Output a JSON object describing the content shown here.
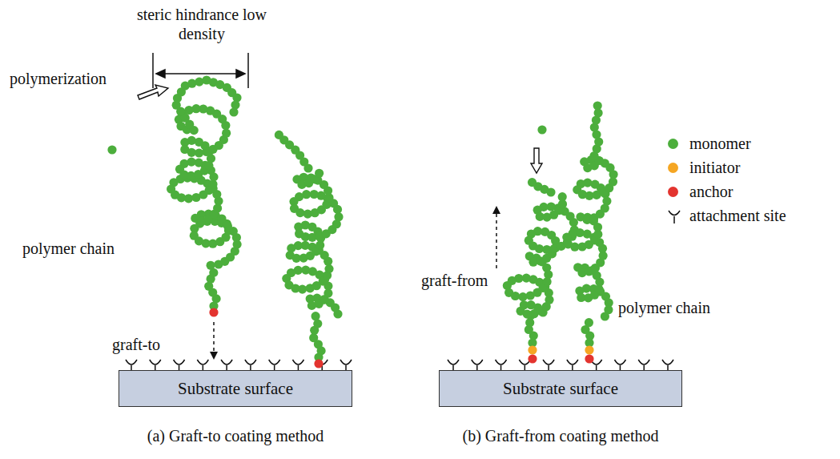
{
  "diagram": {
    "nodes": [
      {
        "text": [
          "Substrate surface"
        ]
      },
      {
        "text": [
          "Substrate surface"
        ]
      }
    ],
    "labels": [
      "steric hindrance low density",
      "polymerization",
      "polymer chain",
      "graft-to",
      "(a) Graft-to coating method",
      "graft-from",
      "polymer chain",
      "(b) Graft-from coating method"
    ],
    "legend": [
      {
        "text": "monomer",
        "color": "#4cae3c"
      },
      {
        "text": "initiator",
        "color": "#f5a623"
      },
      {
        "text": "anchor",
        "color": "#e3342f"
      },
      {
        "text": "attachment site"
      }
    ]
  }
}
